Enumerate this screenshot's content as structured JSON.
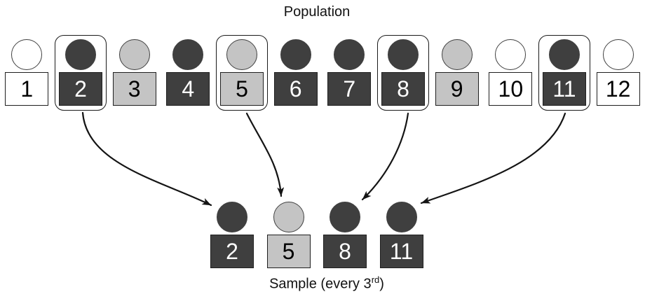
{
  "title": "Population",
  "sample_label": {
    "text": "Sample (every 3",
    "superscript": "rd",
    "suffix": ")"
  },
  "colors": {
    "background": "#FFFFFF",
    "dark": "#3F3F3F",
    "light": "#C4C4C4",
    "white": "#FFFFFF",
    "circle_stroke": "#404040",
    "box_stroke": "#1F1F1F",
    "ring_stroke": "#1A1A1A",
    "arrow": "#141414",
    "text_on_dark": "#FFFFFF",
    "text_on_light": "#000000"
  },
  "population": {
    "figures": [
      {
        "id": "1",
        "shade": "white",
        "selected": false
      },
      {
        "id": "2",
        "shade": "dark",
        "selected": true
      },
      {
        "id": "3",
        "shade": "light",
        "selected": false
      },
      {
        "id": "4",
        "shade": "dark",
        "selected": false
      },
      {
        "id": "5",
        "shade": "light",
        "selected": true
      },
      {
        "id": "6",
        "shade": "dark",
        "selected": false
      },
      {
        "id": "7",
        "shade": "dark",
        "selected": false
      },
      {
        "id": "8",
        "shade": "dark",
        "selected": true
      },
      {
        "id": "9",
        "shade": "light",
        "selected": false
      },
      {
        "id": "10",
        "shade": "white",
        "selected": false
      },
      {
        "id": "11",
        "shade": "dark",
        "selected": true
      },
      {
        "id": "12",
        "shade": "white",
        "selected": false
      }
    ]
  },
  "sample": {
    "figures": [
      {
        "id": "2",
        "shade": "dark"
      },
      {
        "id": "5",
        "shade": "light"
      },
      {
        "id": "8",
        "shade": "dark"
      },
      {
        "id": "11",
        "shade": "dark"
      }
    ]
  },
  "arrows": [
    {
      "from_population": "2",
      "to_sample": "2"
    },
    {
      "from_population": "5",
      "to_sample": "5"
    },
    {
      "from_population": "8",
      "to_sample": "8"
    },
    {
      "from_population": "11",
      "to_sample": "11"
    }
  ]
}
